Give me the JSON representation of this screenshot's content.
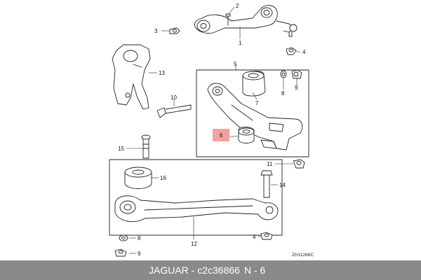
{
  "callouts": [
    "1",
    "2",
    "3",
    "4",
    "5",
    "6",
    "7",
    "8",
    "9",
    "10",
    "11",
    "12",
    "13",
    "14",
    "15",
    "16",
    "8",
    "9",
    "4"
  ],
  "drawing_id": "ZH11266C",
  "footer": {
    "text": "JAGUAR - c2c36866",
    "code": "N - 6"
  },
  "colors": {
    "highlight": "#f4a0a0",
    "footer_bg": "#8a8a8a",
    "line": "#222222"
  }
}
